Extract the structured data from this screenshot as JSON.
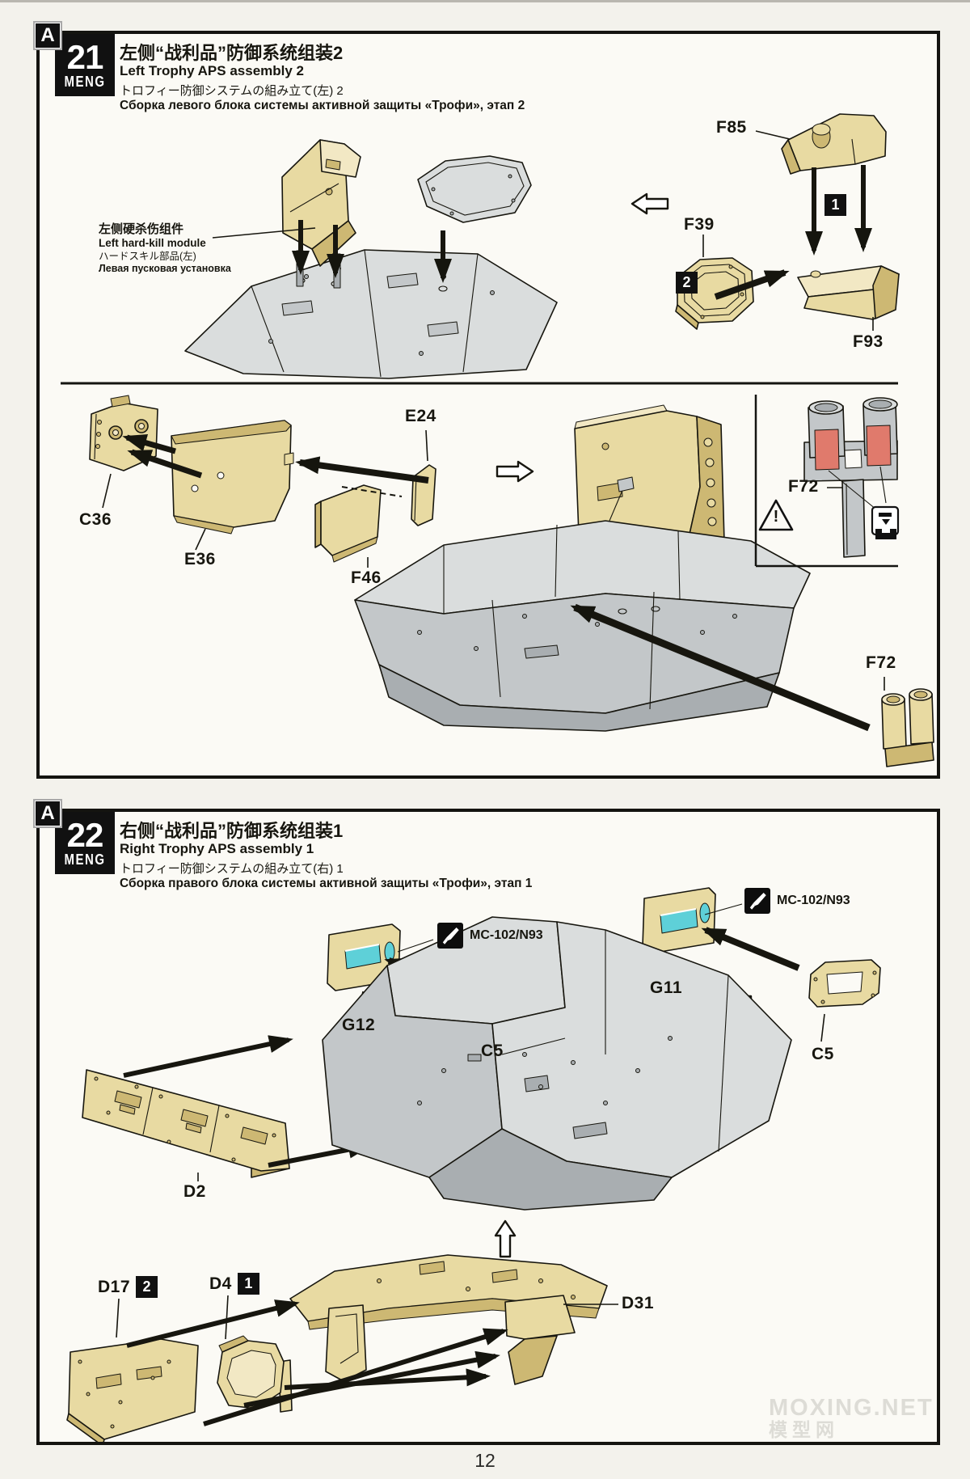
{
  "colors": {
    "tan-face": "#e8daa2",
    "tan-light": "#f2e8c4",
    "tan-dark": "#cdb873",
    "tan-deep": "#b39e55",
    "gray-light": "#dadddd",
    "gray-mid": "#c3c7c9",
    "gray-dark": "#a9aeb1",
    "cyan": "#5ed0d8",
    "red": "#e07a6c",
    "ink": "#17160f",
    "paper": "#fbfaf5"
  },
  "icons": {
    "paint_brush": "paint-brush-icon",
    "warning": "warning-triangle-icon",
    "sprue_removal": "remove-part-from-sprue-icon"
  },
  "page": {
    "number": "12",
    "watermark1": "MOXING.NET",
    "watermark2": "模型网"
  },
  "step21": {
    "corner_letter": "A",
    "number": "21",
    "brand": "MENG",
    "title_zh": "左侧“战利品”防御系统组装2",
    "title_en": "Left Trophy APS assembly 2",
    "title_ja": "トロフィー防御システムの組み立て(左) 2",
    "title_ru": "Сборка левого блока системы активной защиты «Трофи», этап 2",
    "module_label_zh": "左侧硬杀伤组件",
    "module_label_en": "Left hard-kill module",
    "module_label_ja": "ハードスキル部品(左)",
    "module_label_ru": "Левая пусковая установка",
    "badge_1": "1",
    "badge_2": "2",
    "part_f85": "F85",
    "part_f39": "F39",
    "part_f93": "F93",
    "part_c36": "C36",
    "part_e36": "E36",
    "part_f46": "F46",
    "part_e24": "E24",
    "part_f72": "F72",
    "part_f72_detail": "F72",
    "warning_mark": "!"
  },
  "step22": {
    "corner_letter": "A",
    "number": "22",
    "brand": "MENG",
    "title_zh": "右侧“战利品”防御系统组装1",
    "title_en": "Right Trophy APS assembly 1",
    "title_ja": "トロフィー防御システムの組み立て(右) 1",
    "title_ru": "Сборка правого блока системы активной защиты «Трофи», этап 1",
    "paint_code": "MC-102/N93",
    "badge_1": "1",
    "badge_2": "2",
    "part_g12": "G12",
    "part_g11": "G11",
    "part_c5_left": "C5",
    "part_c5_right": "C5",
    "part_d2": "D2",
    "part_d17": "D17",
    "part_d4": "D4",
    "part_d31": "D31"
  }
}
